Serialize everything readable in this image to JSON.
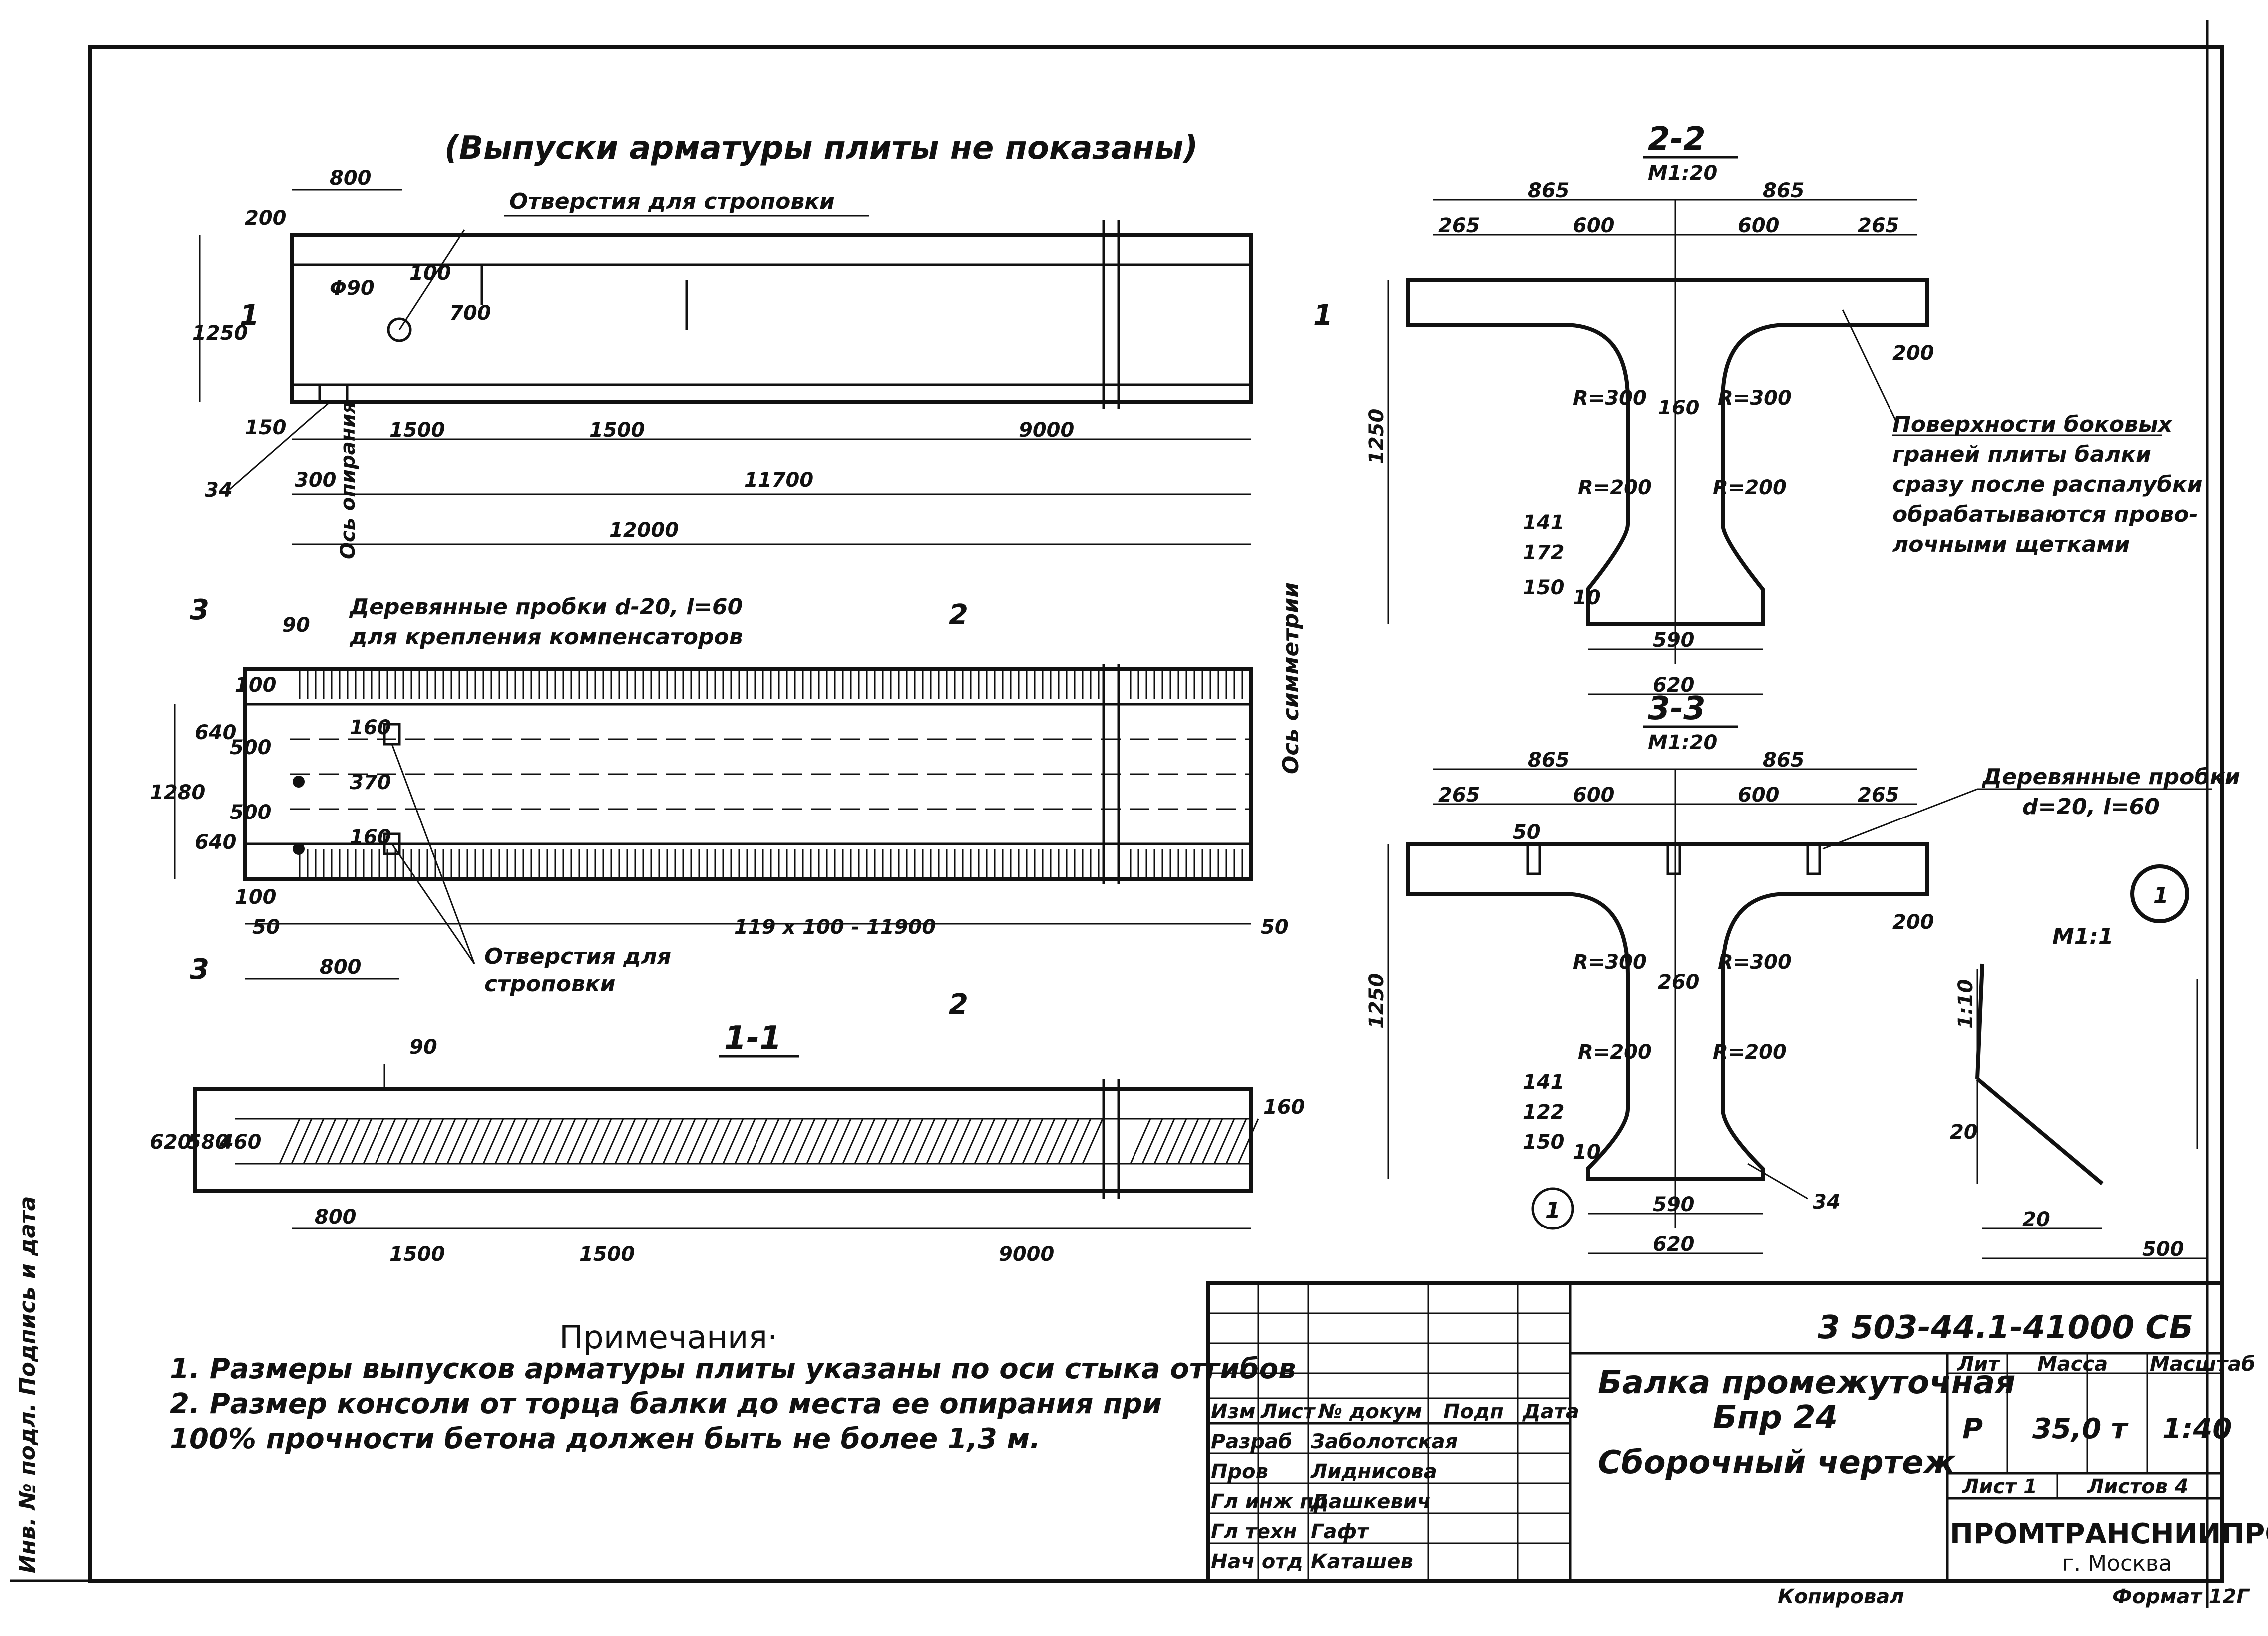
{
  "plan_top": {
    "note": "(Выпуски арматуры плиты не показаны)",
    "holes_label": "Отверстия для строповки",
    "dims": {
      "d800": "800",
      "d200": "200",
      "d1250": "1250",
      "d150": "150",
      "d100": "100",
      "d700": "700",
      "phi90": "Φ90",
      "d1500a": "1500",
      "d1500b": "1500",
      "d9000": "9000",
      "d300": "300",
      "d11700": "11700",
      "d12000": "12000",
      "d34": "34",
      "axis": "Ось опирания",
      "sec1": "1"
    }
  },
  "plan_bottom": {
    "plugs_label_1": "Деревянные пробки d-20, l=60",
    "plugs_label_2": "для крепления компенсаторов",
    "symmetry": "Ось симметрии",
    "holes_label_1": "Отверстия для",
    "holes_label_2": "строповки",
    "dims": {
      "d90": "90",
      "d100t": "100",
      "d100b": "100",
      "d1280": "1280",
      "d640a": "640",
      "d640b": "640",
      "d500a": "500",
      "d500b": "500",
      "d160": "160",
      "d370": "370",
      "d160b": "160",
      "d50l": "50",
      "d50r": "50",
      "d800": "800",
      "d119": "119 x 100 - 11900",
      "sec3": "3",
      "sec2": "2"
    }
  },
  "section_1_1": {
    "title": "1-1",
    "dims": {
      "d90": "90",
      "d620": "620",
      "d580": "580",
      "d460": "460",
      "d160": "160",
      "d800": "800",
      "d1500a": "1500",
      "d1500b": "1500",
      "d9000": "9000"
    }
  },
  "section_2_2": {
    "title": "2-2",
    "scale": "М1:20",
    "dims": {
      "d865a": "865",
      "d865b": "865",
      "d265a": "265",
      "d600a": "600",
      "d600b": "600",
      "d265b": "265",
      "d200": "200",
      "d1250": "1250",
      "r300a": "R=300",
      "r300b": "R=300",
      "d160": "160",
      "r200a": "R=200",
      "r200b": "R=200",
      "d141": "141",
      "d172": "172",
      "d150": "150",
      "d10": "10",
      "d590": "590",
      "d620": "620"
    },
    "note_lines": [
      "Поверхности боковых",
      "граней плиты балки",
      "сразу после распалубки",
      "обрабатываются прово-",
      "лочными щетками"
    ]
  },
  "section_3_3": {
    "title": "3-3",
    "scale": "М1:20",
    "dims": {
      "d865a": "865",
      "d865b": "865",
      "d265a": "265",
      "d600a": "600",
      "d600b": "600",
      "d265b": "265",
      "d50": "50",
      "d200": "200",
      "d1250": "1250",
      "r300a": "R=300",
      "r300b": "R=300",
      "d260": "260",
      "r200a": "R=200",
      "r200b": "R=200",
      "d141": "141",
      "d122": "122",
      "d150": "150",
      "d10": "10",
      "d590": "590",
      "d620": "620",
      "d34": "34",
      "mark1": "1"
    },
    "plugs_1": "Деревянные пробки",
    "plugs_2": "d=20, l=60"
  },
  "detail_1": {
    "mark": "1",
    "scale": "М1:1",
    "dims": {
      "d1_10": "1:10",
      "d20v": "20",
      "d20h": "20",
      "d500": "500"
    }
  },
  "notes": {
    "title": "Примечания·",
    "items": [
      "1.  Размеры выпусков арматуры плиты указаны по оси стыка отгибов",
      "2.  Размер консоли от торца балки до места ее опирания  при",
      "     100% прочности бетона должен быть не более  1,3 м."
    ]
  },
  "title_block": {
    "code": "3 503-44.1-41000 СБ",
    "name_1": "Балка промежуточная",
    "name_2": "Бпр 24",
    "name_3": "Сборочный чертеж",
    "headers": {
      "izm": "Изм",
      "list": "Лист",
      "ndoc": "№ докум",
      "podp": "Подп",
      "data": "Дата",
      "lit": "Лит",
      "massa": "Масса",
      "masshtab": "Масштаб"
    },
    "roles": [
      {
        "role": "Разраб",
        "name": "Заболотская"
      },
      {
        "role": "Пров",
        "name": "Лиднисова"
      },
      {
        "role": "Гл инж пр",
        "name": "Дашкевич"
      },
      {
        "role": "Гл техн",
        "name": "Гафт"
      },
      {
        "role": "Нач отд",
        "name": "Каташев"
      }
    ],
    "lit_val": "Р",
    "massa_val": "35,0 т",
    "scale_val": "1:40",
    "sheet": "Лист 1",
    "sheets": "Листов 4",
    "org": "ПРОМТРАНСНИИПРОЕКТ",
    "city": "г. Москва",
    "copied": "Копировал",
    "format": "Формат 12Г"
  },
  "margin_label": "Инв. № подл. Подпись и дата"
}
